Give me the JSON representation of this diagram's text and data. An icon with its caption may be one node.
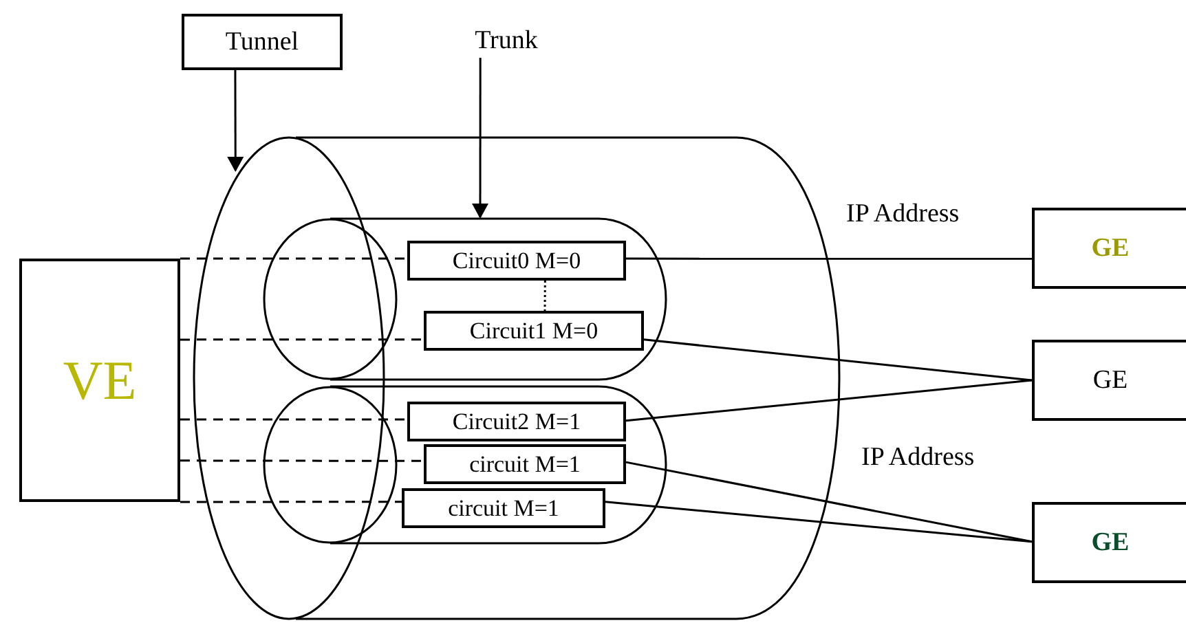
{
  "diagram": {
    "nodes": [
      {
        "text": [
          "Tunnel"
        ]
      },
      {
        "text": [
          "Trunk"
        ]
      },
      {
        "text": [],
        "shape": "cylinder"
      },
      {
        "text": [],
        "shape": "cylinder",
        "in": 2
      },
      {
        "text": [],
        "shape": "cylinder",
        "in": 2
      },
      {
        "text": [
          "Circuit0 M=0"
        ],
        "in": 3
      },
      {
        "text": [
          "Circuit1 M=0"
        ],
        "in": 3
      },
      {
        "text": [
          "Circuit2 M=1"
        ],
        "in": 4
      },
      {
        "text": [
          "circuit M=1"
        ],
        "in": 4
      },
      {
        "text": [
          "circuit M=1"
        ],
        "in": 4
      },
      {
        "text": [
          "VE"
        ]
      },
      {
        "text": [
          "GE"
        ]
      },
      {
        "text": [
          "GE"
        ]
      },
      {
        "text": [
          "GE"
        ]
      }
    ],
    "edges": [
      {
        "from": 0,
        "to": 2,
        "arrow": "to"
      },
      {
        "from": 1,
        "to": 3,
        "arrow": "to"
      },
      {
        "from": 10,
        "to": 5,
        "arrow": "none",
        "style": "dashed"
      },
      {
        "from": 10,
        "to": 6,
        "arrow": "none",
        "style": "dashed"
      },
      {
        "from": 10,
        "to": 7,
        "arrow": "none",
        "style": "dashed"
      },
      {
        "from": 10,
        "to": 8,
        "arrow": "none",
        "style": "dashed"
      },
      {
        "from": 10,
        "to": 9,
        "arrow": "none",
        "style": "dashed"
      },
      {
        "from": 5,
        "to": 6,
        "arrow": "none",
        "style": "dashed"
      },
      {
        "from": 5,
        "to": 11,
        "arrow": "none"
      },
      {
        "from": 6,
        "to": 12,
        "arrow": "none"
      },
      {
        "from": 7,
        "to": 12,
        "arrow": "none"
      },
      {
        "from": 8,
        "to": 13,
        "arrow": "none"
      },
      {
        "from": 9,
        "to": 13,
        "arrow": "none"
      }
    ],
    "labels": [
      "IP Address",
      "IP Address"
    ]
  }
}
